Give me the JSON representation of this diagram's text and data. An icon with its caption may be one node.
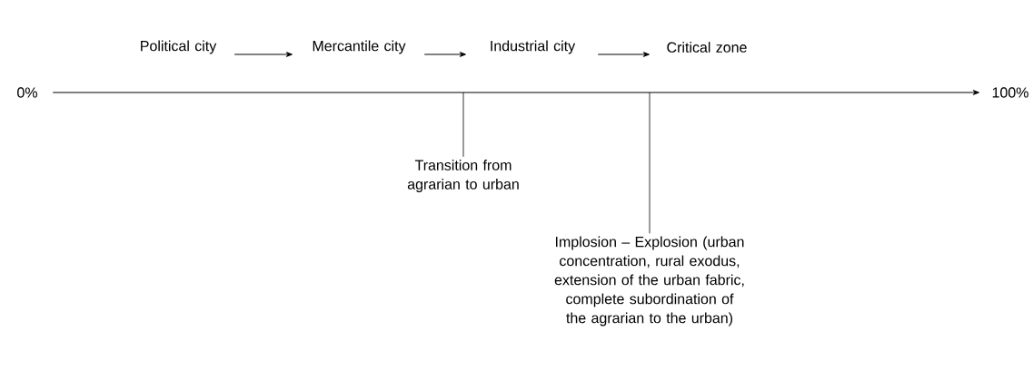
{
  "diagram": {
    "nodes": [
      {
        "text": [
          "Political city"
        ]
      },
      {
        "text": [
          "Mercantile city"
        ]
      },
      {
        "text": [
          "Industrial city"
        ]
      },
      {
        "text": [
          "Critical zone"
        ]
      },
      {
        "text": [
          "0%"
        ]
      },
      {
        "text": [
          "100%"
        ]
      },
      {
        "text": [
          "Transition from agrarian to urban"
        ]
      },
      {
        "text": [
          "Implosion – Explosion (urban concentration, rural exodus, extension of the urban fabric, complete subordination of the agrarian to the urban)"
        ]
      }
    ],
    "edges": [
      {
        "from": 0,
        "to": 1,
        "arrow": "to"
      },
      {
        "from": 1,
        "to": 2,
        "arrow": "to"
      },
      {
        "from": 2,
        "to": 3,
        "arrow": "to"
      },
      {
        "from": 4,
        "to": 5,
        "arrow": "to"
      },
      {
        "from": 6,
        "to": null,
        "arrow": "none"
      },
      {
        "from": 7,
        "to": null,
        "arrow": "none"
      }
    ]
  }
}
